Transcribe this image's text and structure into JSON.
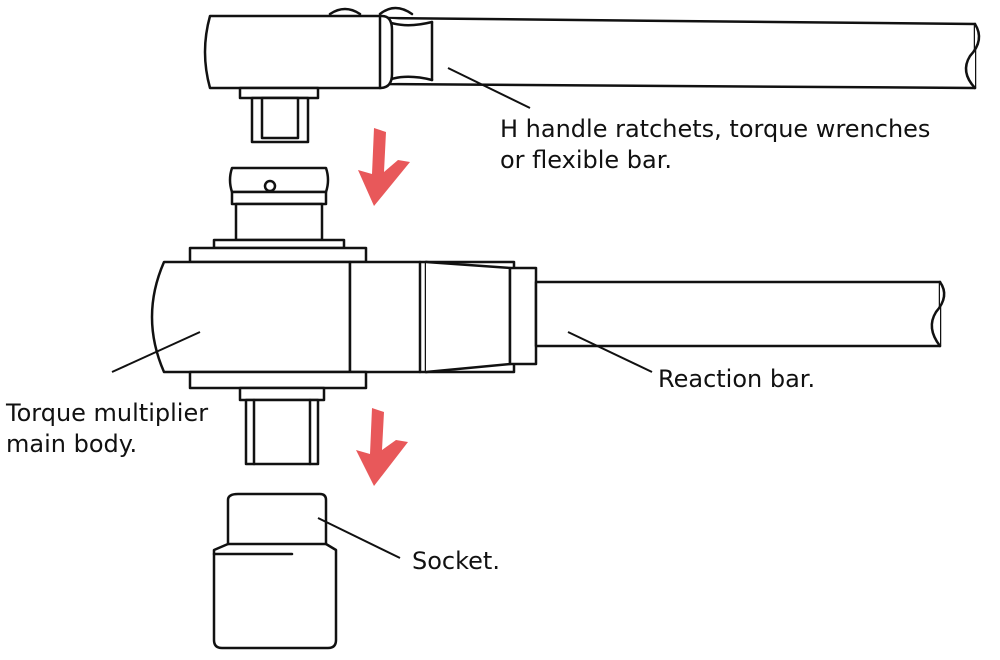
{
  "labels": {
    "handle": {
      "line1": "H handle ratchets, torque wrenches",
      "line2": "or flexible bar."
    },
    "main_body": {
      "line1": "Torque multiplier",
      "line2": "main body."
    },
    "reaction_bar": "Reaction bar.",
    "socket": "Socket."
  },
  "colors": {
    "line": "#111111",
    "arrow": "#e8585a",
    "fill": "#ffffff"
  }
}
